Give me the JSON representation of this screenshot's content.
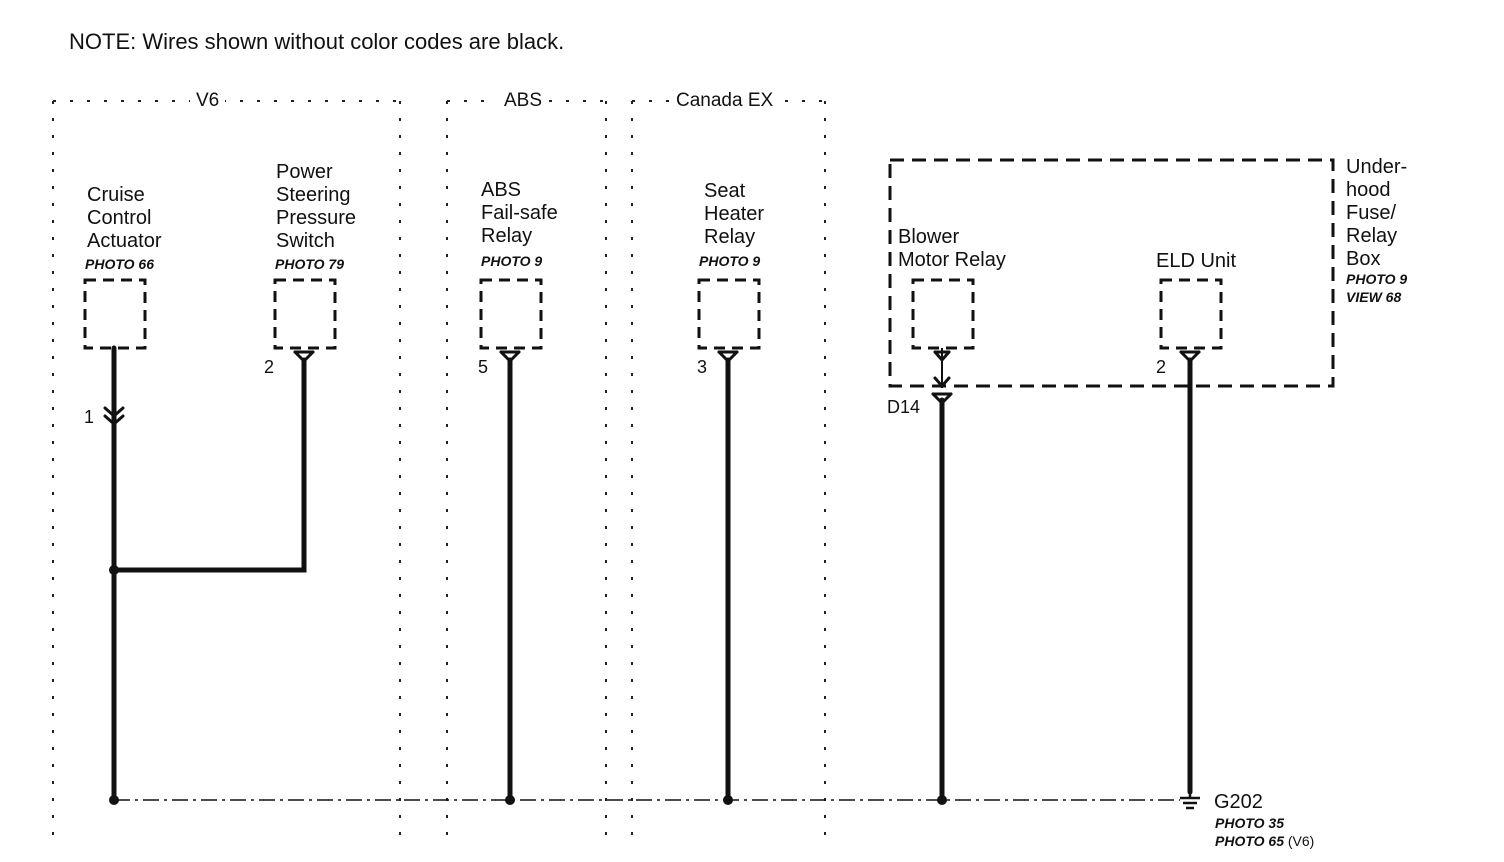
{
  "note": "NOTE: Wires shown without color codes are black.",
  "sections": {
    "v6": "V6",
    "abs": "ABS",
    "canada": "Canada EX"
  },
  "components": {
    "cruise": {
      "label": [
        "Cruise",
        "Control",
        "Actuator"
      ],
      "photo": "PHOTO 66",
      "pin": "1"
    },
    "power_steering": {
      "label": [
        "Power",
        "Steering",
        "Pressure",
        "Switch"
      ],
      "photo": "PHOTO 79",
      "pin": "2"
    },
    "abs_relay": {
      "label": [
        "ABS",
        "Fail-safe",
        "Relay"
      ],
      "photo": "PHOTO 9",
      "pin": "5"
    },
    "seat_heater": {
      "label": [
        "Seat",
        "Heater",
        "Relay"
      ],
      "photo": "PHOTO 9",
      "pin": "3"
    },
    "blower": {
      "label": [
        "Blower",
        "Motor Relay"
      ],
      "connector": "D14"
    },
    "eld": {
      "label": [
        "ELD Unit"
      ],
      "pin": "2"
    }
  },
  "fuse_box": {
    "label": [
      "Under-",
      "hood",
      "Fuse/",
      "Relay",
      "Box"
    ],
    "photo": "PHOTO 9",
    "view": "VIEW 68"
  },
  "ground": {
    "name": "G202",
    "photo1": "PHOTO 35",
    "photo2": "PHOTO 65",
    "photo2_suffix": "(V6)"
  }
}
